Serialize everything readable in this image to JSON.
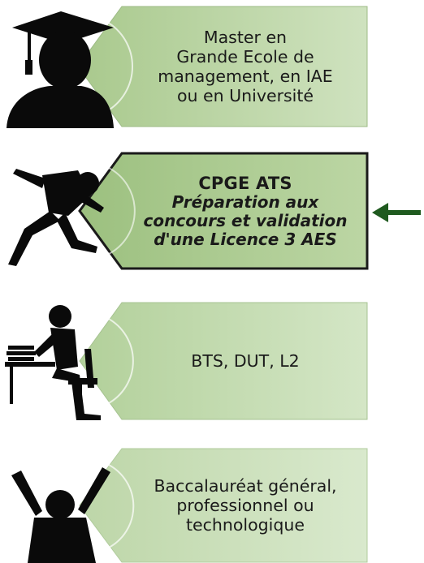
{
  "steps": [
    {
      "id": "master",
      "icon": "graduate-icon",
      "lines": [
        "Master en",
        "Grande Ecole de",
        "management, en IAE",
        "ou en Université"
      ]
    },
    {
      "id": "cpge",
      "icon": "runner-icon",
      "title": "CPGE ATS",
      "subtitle_lines": [
        "Préparation aux",
        "concours et validation",
        "d'une Licence 3 AES"
      ],
      "highlighted": true
    },
    {
      "id": "bts",
      "icon": "student-desk-icon",
      "lines": [
        "BTS, DUT, L2"
      ]
    },
    {
      "id": "bac",
      "icon": "cheering-person-icon",
      "lines": [
        "Baccalauréat général,",
        "professionnel ou",
        "technologique"
      ]
    }
  ],
  "indicator": {
    "icon": "arrow-left-icon",
    "color": "#1f5a1f"
  },
  "colors": {
    "card_fill_light": "#c7ddb4",
    "card_fill_dark": "#a9c98d",
    "card_border": "#8fb07a",
    "highlight_border": "#1a1a1a",
    "figure": "#0a0a0a"
  }
}
